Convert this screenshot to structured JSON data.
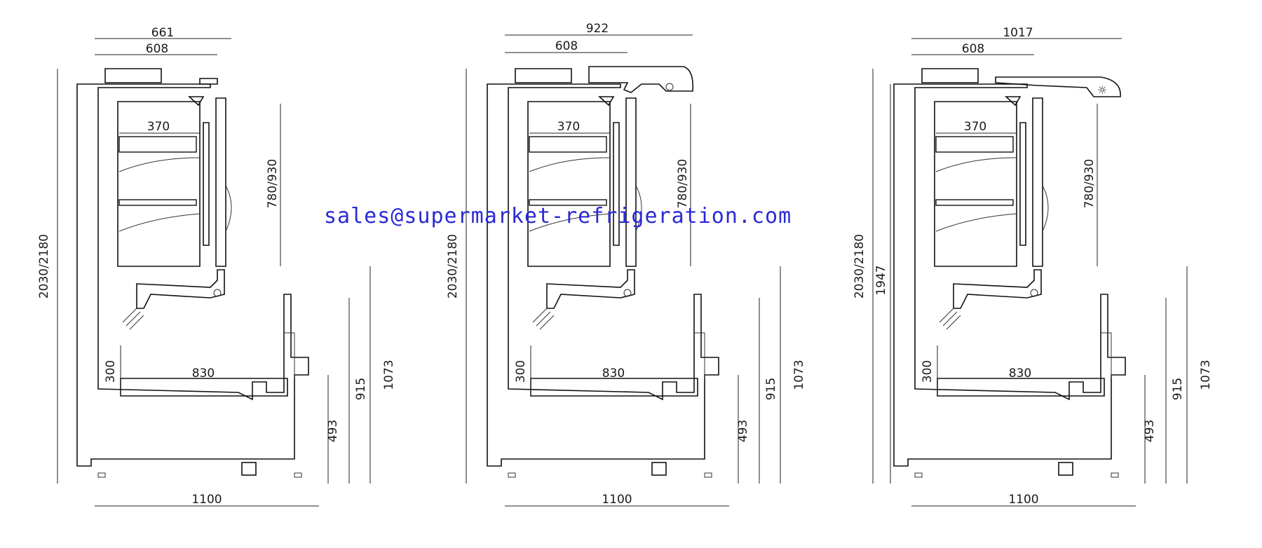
{
  "watermark": "sales@supermarket-refrigeration.com",
  "colors": {
    "line": "#111111",
    "watermark": "#2a2ad6",
    "background": "#ffffff"
  },
  "views": [
    {
      "id": "view-1",
      "dims": {
        "top_total": "661",
        "top_depth": "608",
        "shelf_width": "370",
        "upper_height": "780/930",
        "total_height": "2030/2180",
        "well_depth": "300",
        "well_width": "830",
        "front_height": "915",
        "rear_height": "1073",
        "base_height": "493",
        "base_width": "1100"
      }
    },
    {
      "id": "view-2",
      "dims": {
        "top_total": "922",
        "top_depth": "608",
        "shelf_width": "370",
        "upper_height": "780/930",
        "total_height": "2030/2180",
        "well_depth": "300",
        "well_width": "830",
        "front_height": "915",
        "rear_height": "1073",
        "base_height": "493",
        "base_width": "1100"
      }
    },
    {
      "id": "view-3",
      "dims": {
        "top_total": "1017",
        "top_depth": "608",
        "shelf_width": "370",
        "upper_height": "780/930",
        "total_height": "2030/2180",
        "inner_height": "1947",
        "well_depth": "300",
        "well_width": "830",
        "front_height": "915",
        "rear_height": "1073",
        "base_height": "493",
        "base_width": "1100"
      }
    }
  ]
}
